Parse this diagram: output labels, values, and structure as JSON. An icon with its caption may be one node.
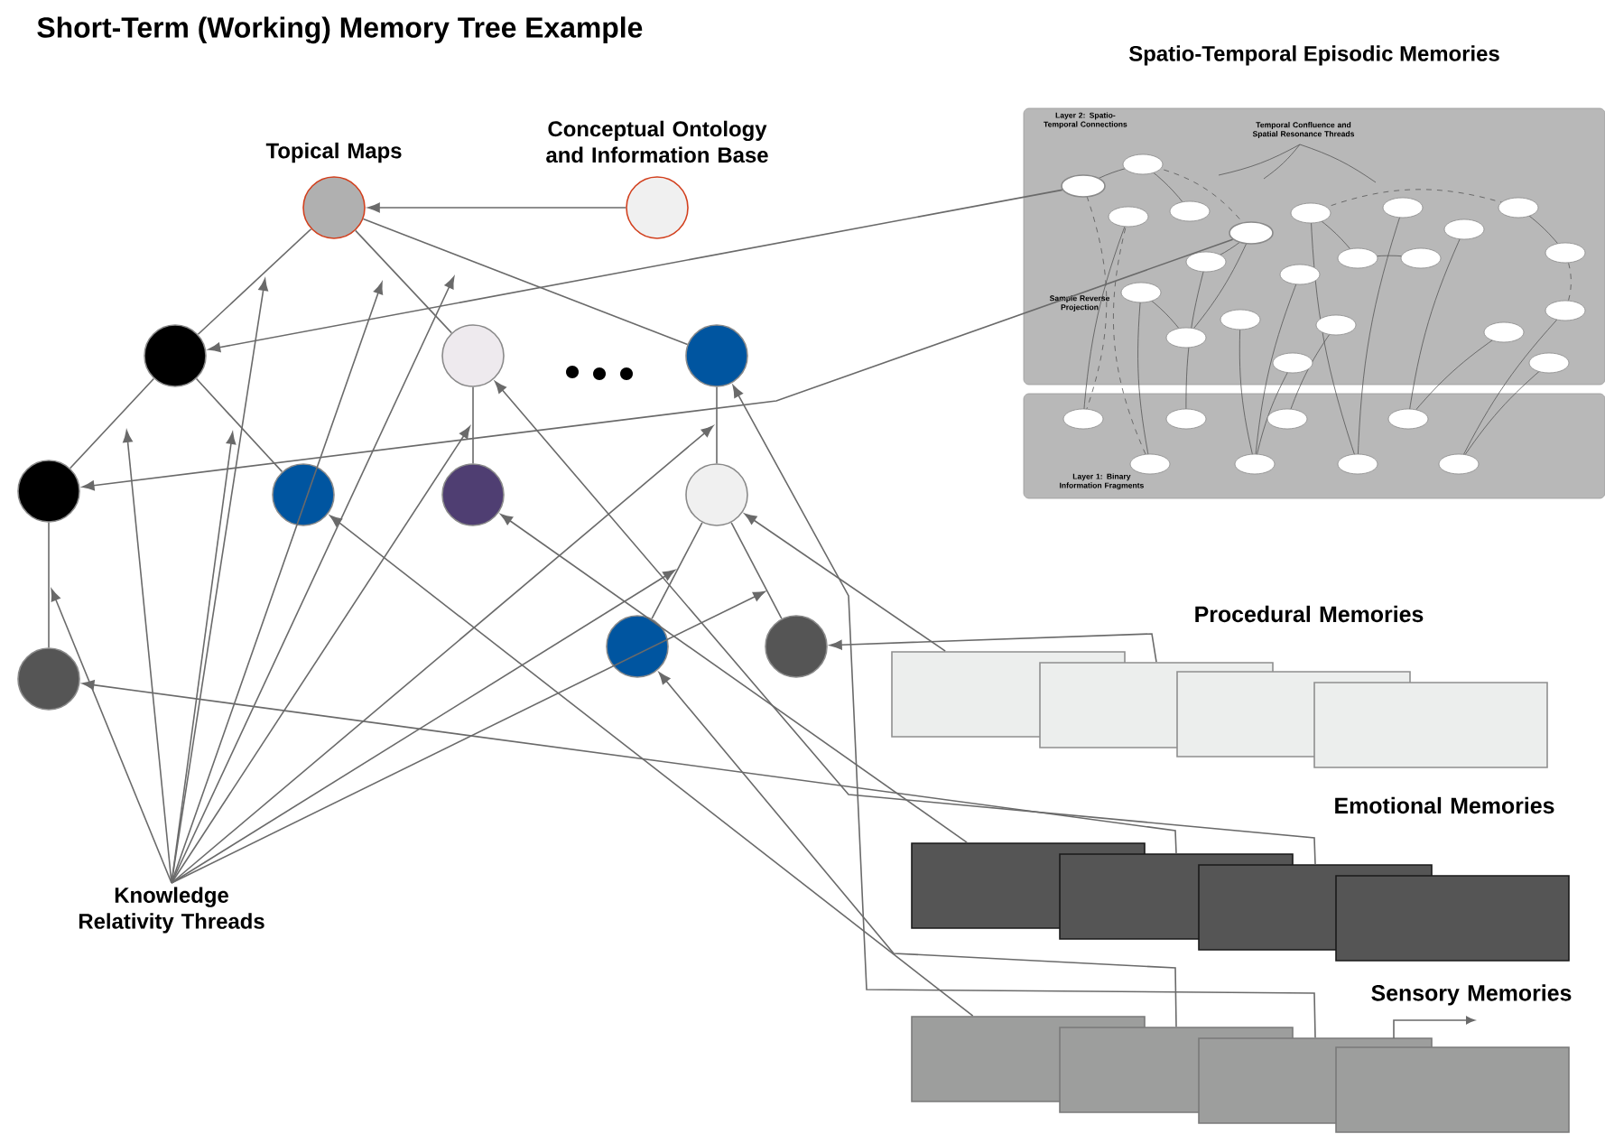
{
  "diagram": {
    "title": "Short-Term (Working) Memory Tree Example",
    "nodes": [
      {
        "text": [
          "Topical Maps"
        ]
      },
      {
        "text": [
          "Conceptual Ontology and Information Base"
        ]
      },
      {
        "text": [],
        "shape": "circle"
      },
      {
        "text": [],
        "shape": "circle"
      },
      {
        "text": [],
        "shape": "circle"
      },
      {
        "text": [],
        "shape": "circle"
      },
      {
        "text": [],
        "shape": "circle"
      },
      {
        "text": [],
        "shape": "circle"
      },
      {
        "text": [],
        "shape": "circle"
      },
      {
        "text": [],
        "shape": "circle"
      },
      {
        "text": [],
        "shape": "circle"
      },
      {
        "text": [],
        "shape": "circle"
      },
      {
        "text": [
          "Knowledge Relativity Threads"
        ]
      },
      {
        "text": [
          "Spatio-Temporal Episodic Memories"
        ]
      },
      {
        "text": [],
        "shape": "ellipse",
        "in": 13
      },
      {
        "text": [],
        "shape": "ellipse",
        "in": 13
      },
      {
        "text": [],
        "shape": "box"
      },
      {
        "text": [],
        "shape": "box"
      },
      {
        "text": [],
        "shape": "box"
      },
      {
        "text": [],
        "shape": "box"
      },
      {
        "text": [],
        "shape": "box"
      },
      {
        "text": [],
        "shape": "box"
      },
      {
        "text": [],
        "shape": "box"
      },
      {
        "text": [],
        "shape": "box"
      },
      {
        "text": [],
        "shape": "box"
      },
      {
        "text": [],
        "shape": "box"
      },
      {
        "text": [],
        "shape": "box"
      },
      {
        "text": [],
        "shape": "box"
      }
    ],
    "edges": [
      {
        "from": 1,
        "to": 0,
        "arrow": "to"
      },
      {
        "from": 0,
        "to": 2,
        "arrow": "none"
      },
      {
        "from": 0,
        "to": 3,
        "arrow": "none"
      },
      {
        "from": 0,
        "to": 4,
        "arrow": "none"
      },
      {
        "from": 2,
        "to": 5,
        "arrow": "none"
      },
      {
        "from": 2,
        "to": 6,
        "arrow": "none"
      },
      {
        "from": 3,
        "to": 7,
        "arrow": "none"
      },
      {
        "from": 4,
        "to": 8,
        "arrow": "none"
      },
      {
        "from": 5,
        "to": 9,
        "arrow": "none"
      },
      {
        "from": 8,
        "to": 10,
        "arrow": "none"
      },
      {
        "from": 8,
        "to": 11,
        "arrow": "none"
      },
      {
        "from": 12,
        "to": null,
        "arrow": "to"
      },
      {
        "from": 12,
        "to": null,
        "arrow": "to"
      },
      {
        "from": 12,
        "to": null,
        "arrow": "to"
      },
      {
        "from": 12,
        "to": null,
        "arrow": "to"
      },
      {
        "from": 12,
        "to": null,
        "arrow": "to"
      },
      {
        "from": 12,
        "to": null,
        "arrow": "to"
      },
      {
        "from": 12,
        "to": null,
        "arrow": "to"
      },
      {
        "from": 12,
        "to": null,
        "arrow": "to"
      },
      {
        "from": 12,
        "to": null,
        "arrow": "to"
      },
      {
        "from": 12,
        "to": null,
        "arrow": "to"
      },
      {
        "from": 14,
        "to": 2,
        "arrow": "to"
      },
      {
        "from": 15,
        "to": 5,
        "arrow": "to"
      },
      {
        "from": 16,
        "to": 8,
        "arrow": "to"
      },
      {
        "from": 17,
        "to": 11,
        "arrow": "to"
      },
      {
        "from": 20,
        "to": 7,
        "arrow": "to"
      },
      {
        "from": 21,
        "to": 9,
        "arrow": "to"
      },
      {
        "from": 22,
        "to": 3,
        "arrow": "to"
      },
      {
        "from": 24,
        "to": 6,
        "arrow": "to"
      },
      {
        "from": 25,
        "to": 10,
        "arrow": "to"
      },
      {
        "from": 26,
        "to": 4,
        "arrow": "to"
      }
    ],
    "labels": [
      "Layer 2: Spatio-Temporal Connections",
      "Temporal Confluence and Spatial Resonance Threads",
      "Sample Reverse Projection",
      "Layer 1: Binary Information Fragments",
      "Procedural Memories",
      "Emotional Memories",
      "Sensory Memories"
    ]
  }
}
